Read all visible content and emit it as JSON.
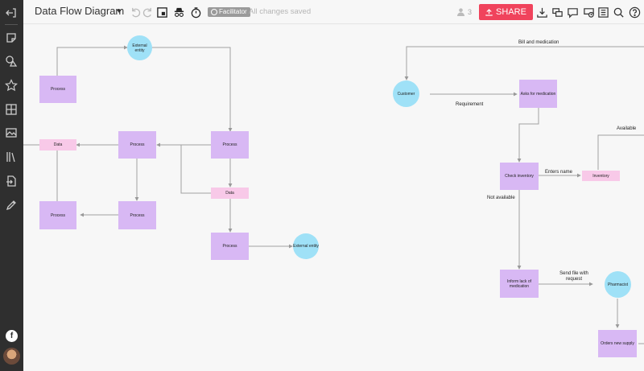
{
  "app": {
    "title": "Data Flow Diagram",
    "facilitator_label": "Facilitator",
    "save_status": "All changes saved",
    "user_count": "3",
    "share_label": "SHARE"
  },
  "sidebar": {
    "items": [
      "exit-icon",
      "sticky-note-icon",
      "shapes-icon",
      "star-icon",
      "grid-icon",
      "image-icon",
      "library-icon",
      "import-icon",
      "pencil-icon"
    ]
  },
  "diagram": {
    "left": {
      "nodes": [
        {
          "id": "p1",
          "kind": "process",
          "label": "Process"
        },
        {
          "id": "e1",
          "kind": "entity",
          "label": "External entity"
        },
        {
          "id": "d1",
          "kind": "data",
          "label": "Data"
        },
        {
          "id": "p2",
          "kind": "process",
          "label": "Process"
        },
        {
          "id": "p3",
          "kind": "process",
          "label": "Process"
        },
        {
          "id": "d2",
          "kind": "data",
          "label": "Data"
        },
        {
          "id": "p4",
          "kind": "process",
          "label": "Process"
        },
        {
          "id": "p5",
          "kind": "process",
          "label": "Process"
        },
        {
          "id": "p6",
          "kind": "process",
          "label": "Process"
        },
        {
          "id": "e2",
          "kind": "entity",
          "label": "External entity"
        }
      ]
    },
    "right": {
      "nodes": [
        {
          "id": "customer",
          "kind": "entity",
          "label": "Customer"
        },
        {
          "id": "ask",
          "kind": "process",
          "label": "Asks for medication"
        },
        {
          "id": "check",
          "kind": "process",
          "label": "Check inventory"
        },
        {
          "id": "inventory",
          "kind": "data",
          "label": "Inventory"
        },
        {
          "id": "inform",
          "kind": "process",
          "label": "Inform lack of medication"
        },
        {
          "id": "pharmacist",
          "kind": "entity",
          "label": "Pharmacist"
        },
        {
          "id": "orders",
          "kind": "process",
          "label": "Orders new supply"
        }
      ],
      "edge_labels": {
        "bill": "Bill and medication",
        "requirement": "Requirement",
        "available": "Available",
        "enters_name": "Enters name",
        "not_available": "Not available",
        "send_file": "Send file with request"
      }
    }
  },
  "colors": {
    "process": "#d8b8f4",
    "data": "#f8c9e8",
    "entity": "#9fe1f7",
    "share": "#f0435c",
    "sidebar": "#2f2f2f"
  }
}
